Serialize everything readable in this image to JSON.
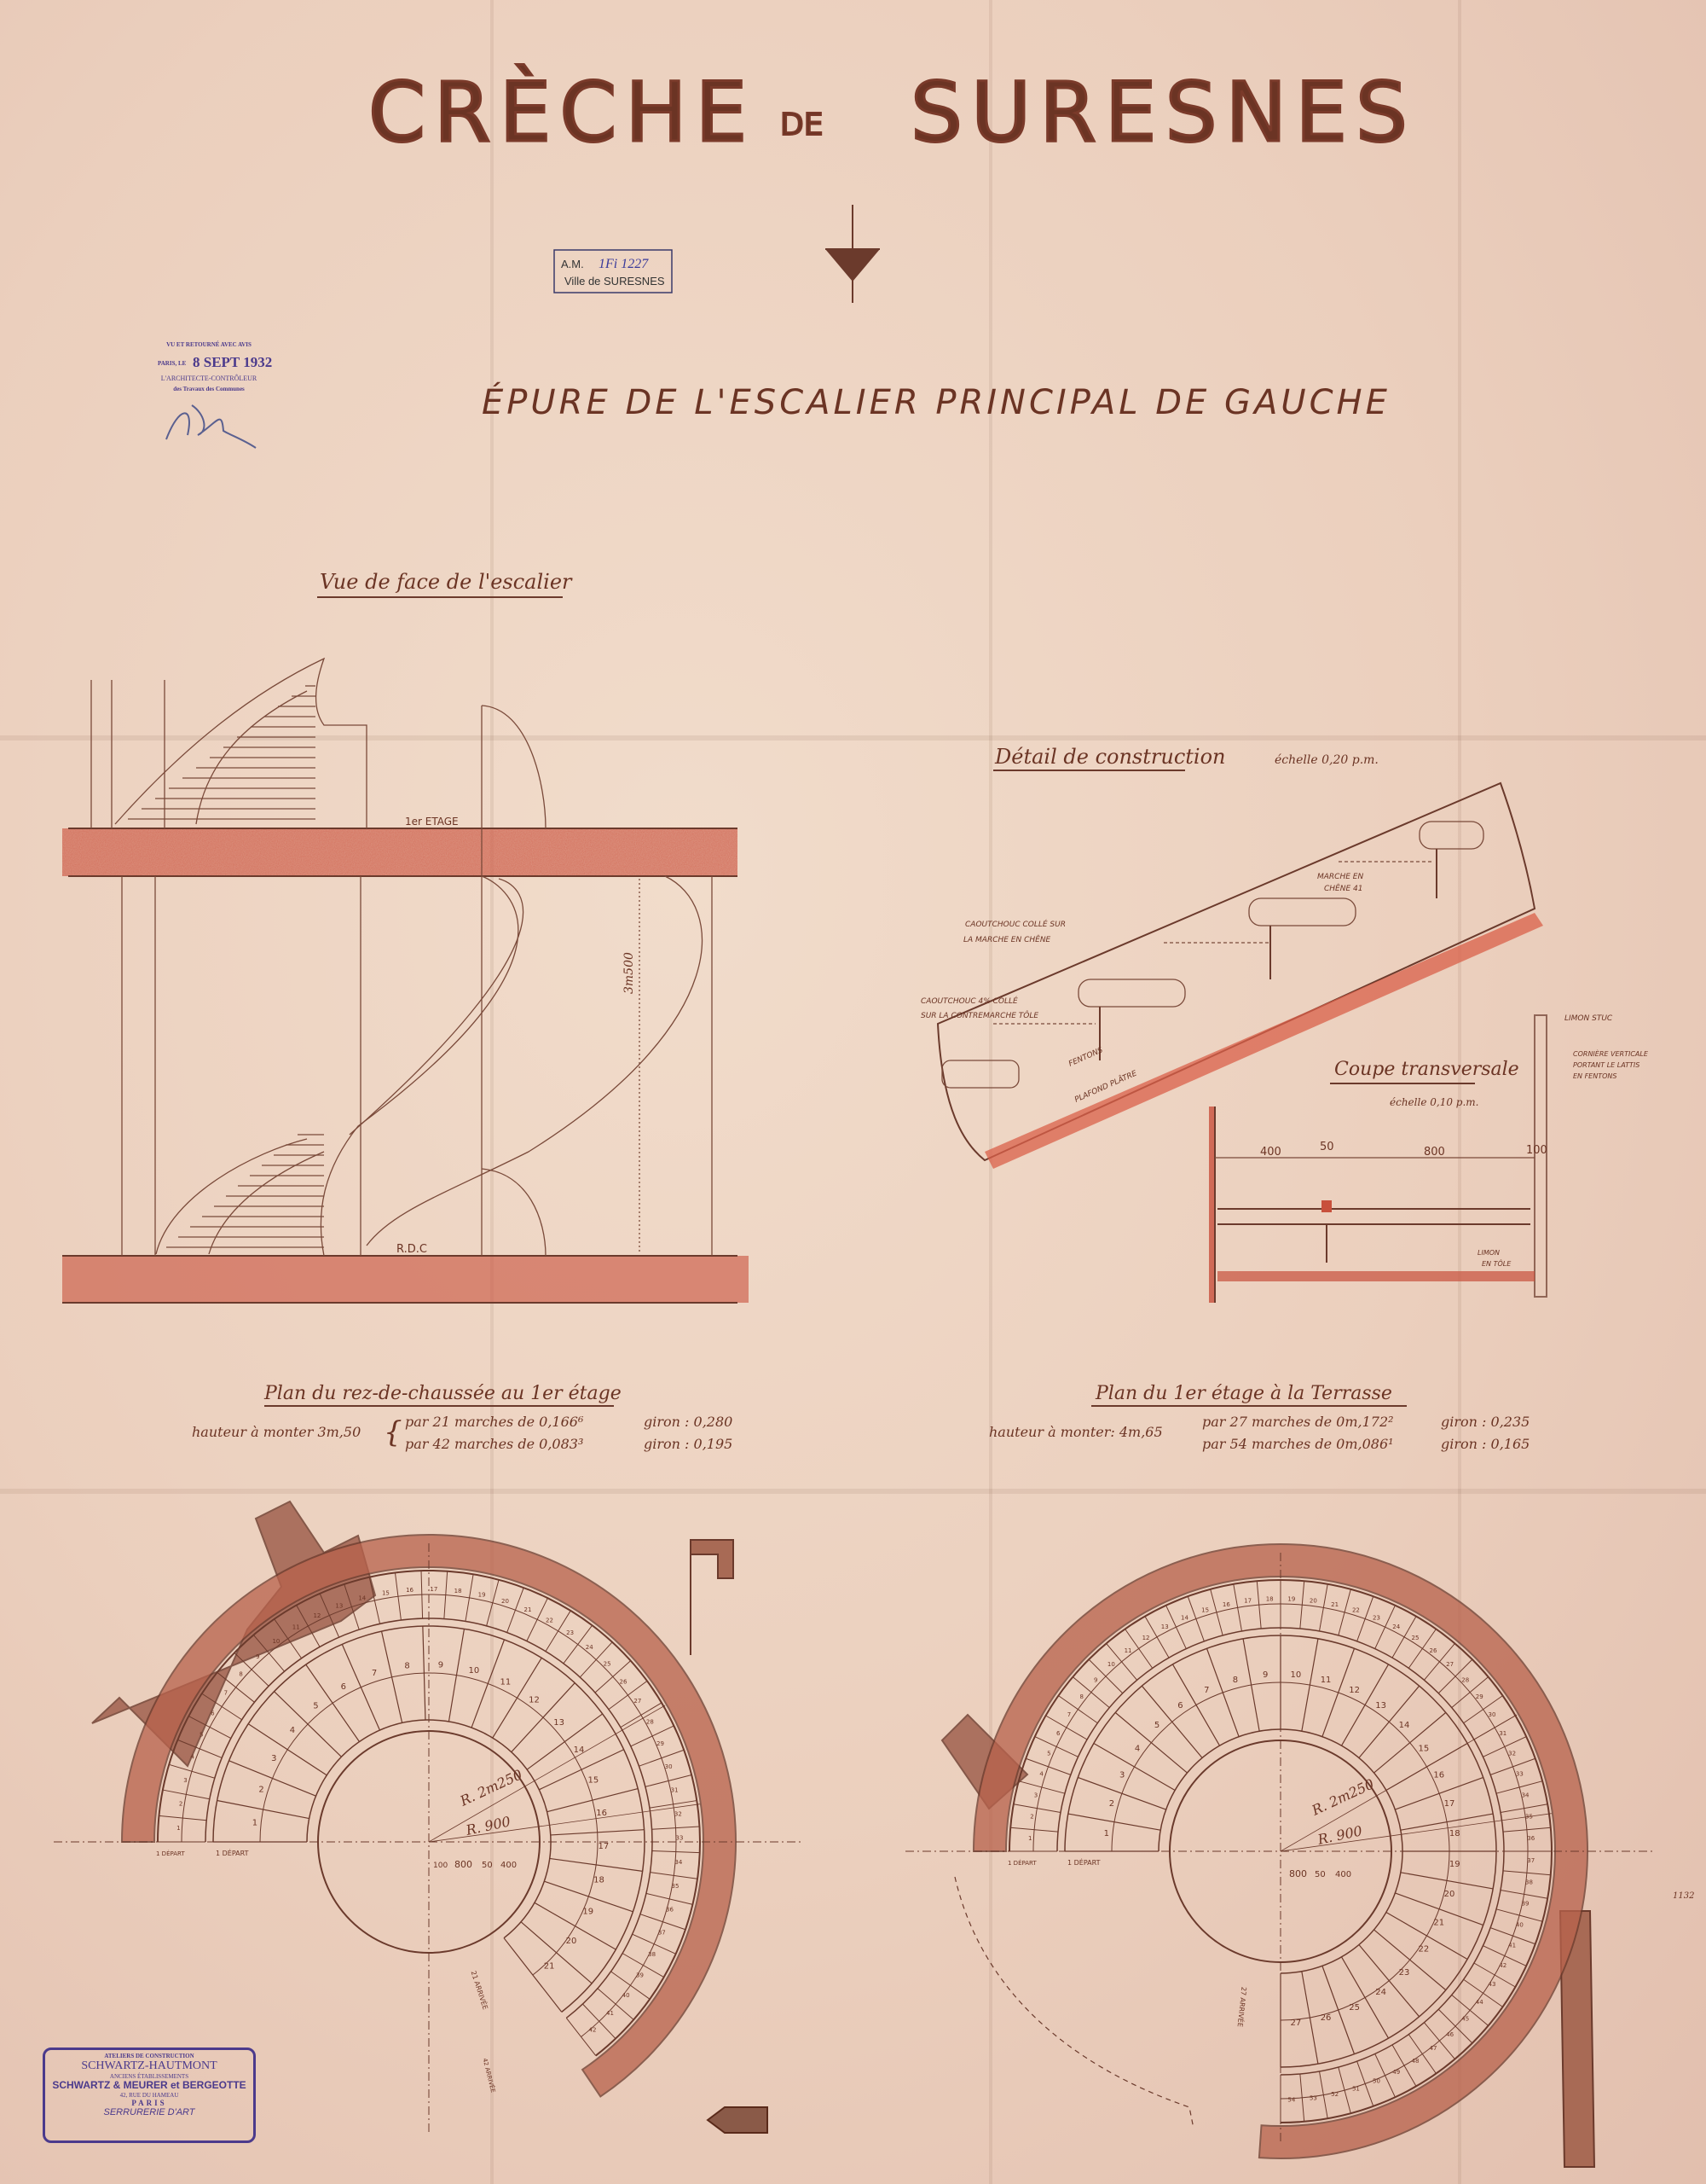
{
  "header": {
    "title_left": "CRÈCHE",
    "title_mid": "DE",
    "title_right": "SURESNES",
    "subtitle": "ÉPURE DE L'ESCALIER PRINCIPAL DE GAUCHE"
  },
  "archive_stamp": {
    "ref_prefix": "A.M.",
    "ref_number": "1Fi 1227",
    "line2": "Ville de SURESNES"
  },
  "approval_stamp": {
    "line1": "VU ET RETOURNÉ AVEC AVIS",
    "line2_prefix": "PARIS, LE",
    "date": "8 SEPT 1932",
    "line3": "L'ARCHITECTE-CONTRÔLEUR",
    "line4": "des Travaux des Communes",
    "signature": "JBlln"
  },
  "elevation": {
    "title": "Vue de face de l'escalier",
    "level_upper": "1er ETAGE",
    "level_lower": "R.D.C",
    "height_dim": "3m500"
  },
  "detail": {
    "title": "Détail de construction",
    "scale": "échelle 0,20 p.m.",
    "labels": {
      "marche": [
        "MARCHE EN",
        "CHÊNE 41"
      ],
      "caoutchouc_marche": [
        "CAOUTCHOUC COLLÉ SUR",
        "LA MARCHE EN CHÊNE"
      ],
      "caoutchouc_contremarche": [
        "CAOUTCHOUC 4% COLLÉ",
        "SUR LA CONTREMARCHE TÔLE"
      ],
      "platond": "PLAFOND PLÂTRE",
      "fentons": "FENTONS"
    }
  },
  "section": {
    "title": "Coupe transversale",
    "scale": "échelle 0,10 p.m.",
    "dims": [
      "400",
      "50",
      "800",
      "100"
    ],
    "limon_stuc": "LIMON STUC",
    "corniere": [
      "CORNIÈRE VERTICALE",
      "PORTANT LE LATTIS",
      "EN FENTONS"
    ],
    "limon_tole": [
      "LIMON",
      "EN TÔLE"
    ]
  },
  "plan_left": {
    "title": "Plan du rez-de-chaussée au 1er étage",
    "height_label": "hauteur à monter 3m,50",
    "rows": [
      {
        "text": "par 21 marches de 0,166⁶",
        "giron": "giron : 0,280"
      },
      {
        "text": "par 42 marches de 0,083³",
        "giron": "giron : 0,195"
      }
    ],
    "inner_steps": 21,
    "outer_steps": 42,
    "radius_outer": "R. 2m250",
    "radius_inner": "R. 900",
    "dims": [
      "100",
      "800",
      "50",
      "400"
    ],
    "depart_inner": "1 DÉPART",
    "depart_outer": "1 DÉPART",
    "arrivee_inner": "21 ARRIVÉE",
    "arrivee_outer": "42 ARRIVÉE"
  },
  "plan_right": {
    "title": "Plan du 1er étage à la Terrasse",
    "height_label": "hauteur à monter: 4m,65",
    "rows": [
      {
        "text": "par 27 marches de 0m,172²",
        "giron": "giron : 0,235"
      },
      {
        "text": "par 54 marches de 0m,086¹",
        "giron": "giron : 0,165"
      }
    ],
    "inner_steps": 27,
    "outer_steps": 54,
    "radius_outer": "R. 2m250",
    "radius_inner": "R. 900",
    "dims": [
      "800",
      "50",
      "400"
    ],
    "depart_inner": "1 DÉPART",
    "depart_outer": "1 DÉPART",
    "arrivee_inner": "27 ARRIVÉE"
  },
  "maker_stamp": {
    "line1": "ATELIERS DE CONSTRUCTION",
    "line2": "SCHWARTZ-HAUTMONT",
    "line3": "ANCIENS ÉTABLISSEMENTS",
    "line4": "SCHWARTZ & MEURER et BERGEOTTE",
    "line5": "42, RUE DU HAMEAU",
    "line6": "PARIS",
    "line7": "SERRURERIE D'ART"
  },
  "margin_note": "1132",
  "colors": {
    "ink": "#6b3a2c",
    "red_pencil": "#c8503c",
    "stamp": "#4b3a8c",
    "paper": "#ecd3c0"
  }
}
